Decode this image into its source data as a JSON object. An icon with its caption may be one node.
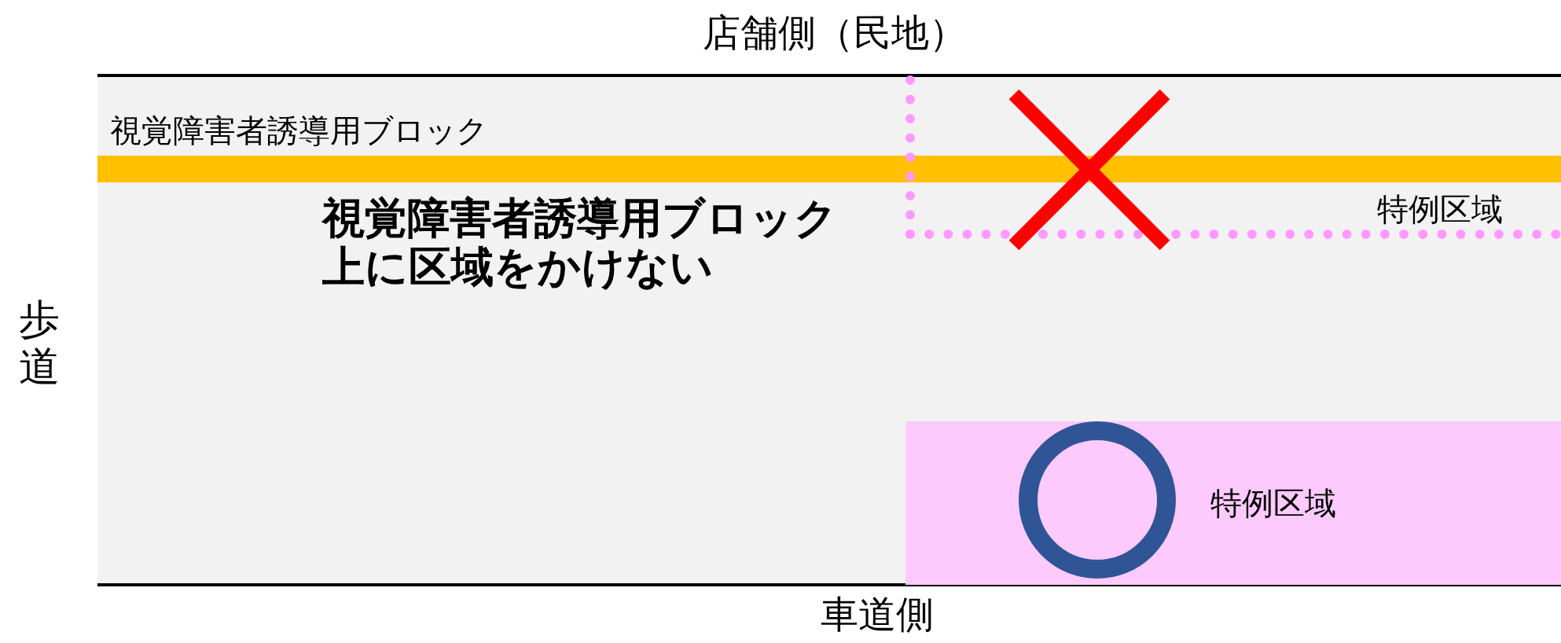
{
  "diagram": {
    "nodes": [
      {
        "text": [
          "特例区域"
        ]
      },
      {
        "text": [
          "特例区域"
        ]
      }
    ],
    "labels": [
      "店舗側（民地）",
      "視覚障害者誘導用ブロック",
      "視覚障害者誘導用ブロック上に区域をかけない",
      "歩道",
      "車道側"
    ]
  }
}
